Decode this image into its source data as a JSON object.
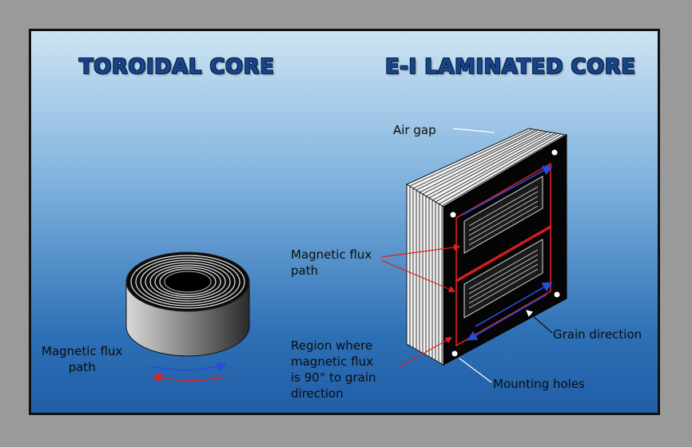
{
  "titles": {
    "left": "TOROIDAL CORE",
    "right": "E-I LAMINATED CORE"
  },
  "labels": {
    "toroid_flux": [
      "Magnetic flux",
      "path"
    ],
    "air_gap": "Air gap",
    "ei_flux": [
      "Magnetic flux",
      "path"
    ],
    "region": [
      "Region where",
      "magnetic flux",
      "is 90° to grain",
      "direction"
    ],
    "grain_direction": "Grain direction",
    "mounting_holes": "Mounting holes"
  },
  "colors": {
    "title": "#16458a",
    "flux_red": "#e02020",
    "flux_blue": "#2a4ad8",
    "core_black": "#050505"
  }
}
